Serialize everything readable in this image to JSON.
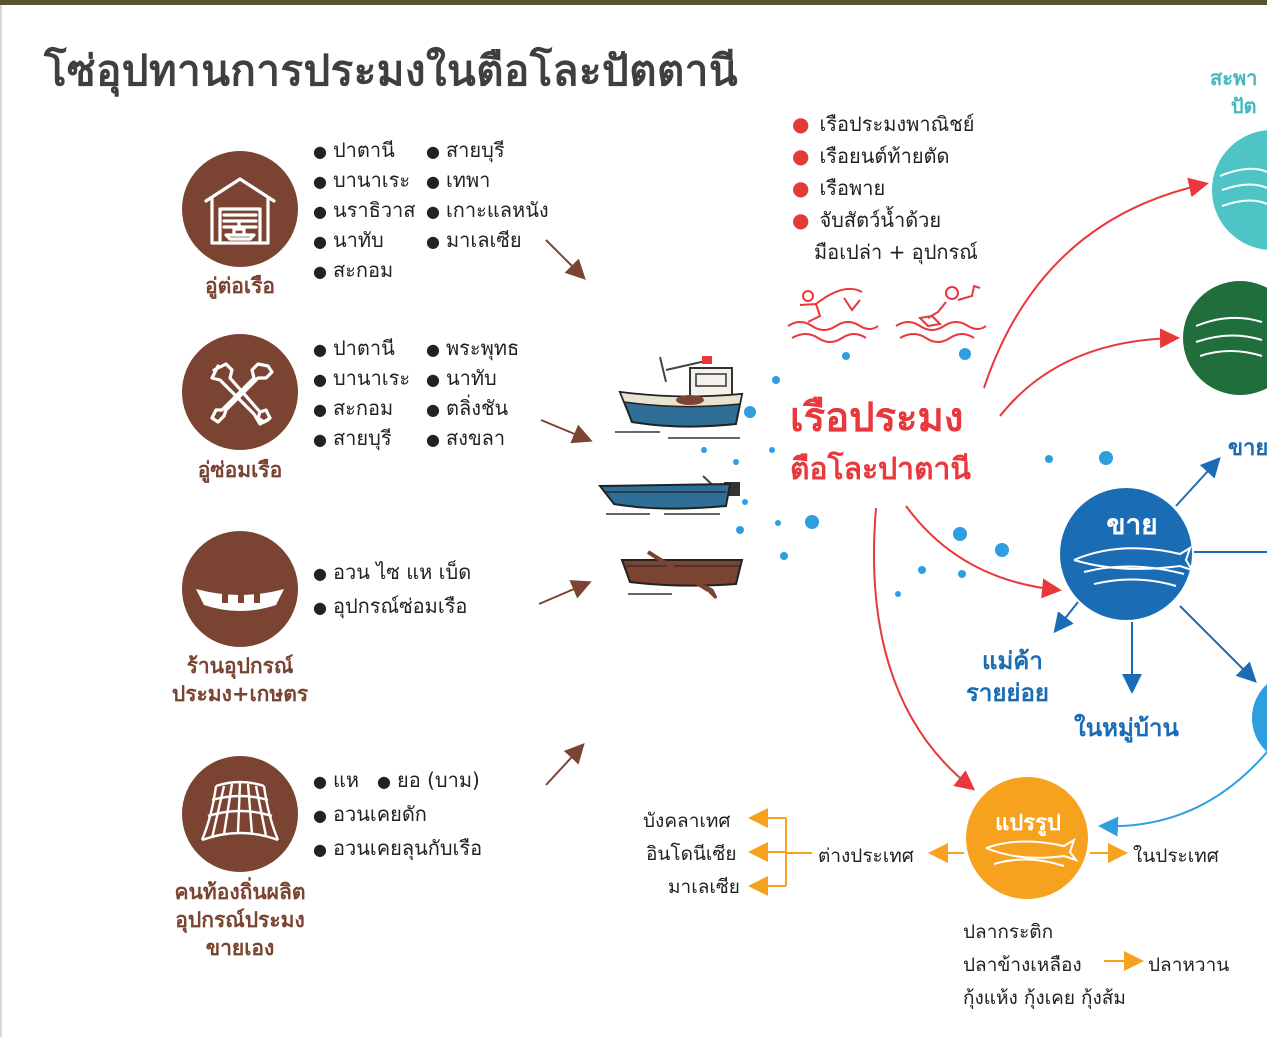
{
  "title": "โซ่อุปทานการประมงในตือโละปัตตานี",
  "suppliers": [
    {
      "label": "อู่ต่อเรือ",
      "icon": "boat-shed-icon",
      "col1": [
        "ปาตานี",
        "บานาเระ",
        "นราธิวาส",
        "นาทับ",
        "สะกอม"
      ],
      "col2": [
        "สายบุรี",
        "เทพา",
        "เกาะแลหนัง",
        "มาเลเซีย"
      ]
    },
    {
      "label": "อู่ซ่อมเรือ",
      "icon": "wrench-tools-icon",
      "col1": [
        "ปาตานี",
        "บานาเระ",
        "สะกอม",
        "สายบุรี"
      ],
      "col2": [
        "พระพุทธ",
        "นาทับ",
        "ตลิ่งชัน",
        "สงขลา"
      ]
    },
    {
      "label_line1": "ร้านอุปกรณ์",
      "label_line2": "ประมง+เกษตร",
      "icon": "boat-equipment-icon",
      "items": [
        "อวน ไซ แห เบ็ด",
        "อุปกรณ์ซ่อมเรือ"
      ]
    },
    {
      "label_line1": "คนท้องถิ่นผลิต",
      "label_line2": "อุปกรณ์ประมง",
      "label_line3": "ขายเอง",
      "icon": "fishing-net-icon",
      "row1a": "แห",
      "row1b": "ยอ (บาม)",
      "items": [
        "อวนเคยดัก",
        "อวนเคยลุนกับเรือ"
      ]
    }
  ],
  "boat_types": [
    "เรือประมงพาณิชย์",
    "เรือยนต์ท้ายตัด",
    "เรือพาย"
  ],
  "boat_type_last_line1": "จับสัตว์น้ำด้วย",
  "boat_type_last_line2": "มือเปล่า + อุปกรณ์",
  "center": {
    "line1": "เรือประมง",
    "line2": "ตือโละปาตานี"
  },
  "market_partial": {
    "line1": "สะพา",
    "line2": "ปัต"
  },
  "sell": {
    "label": "ขาย",
    "top_right": "ขาย",
    "retail_line1": "แม่ค้า",
    "retail_line2": "รายย่อย",
    "village": "ในหมู่บ้าน"
  },
  "process": {
    "label": "แปรรูป",
    "abroad": "ต่างประเทศ",
    "domestic": "ในประเทศ",
    "countries": [
      "บังคลาเทศ",
      "อินโดนีเซีย",
      "มาเลเซีย"
    ],
    "products_line1": "ปลากระติก",
    "products_line2a": "ปลาข้างเหลือง",
    "products_line2b": "ปลาหวาน",
    "products_line3": "กุ้งแห้ง กุ้งเคย กุ้งส้ม"
  },
  "colors": {
    "brown": "#7b4432",
    "red": "#e8383b",
    "blue": "#1a6db5",
    "teal": "#4fc4c7",
    "green": "#1f6e3b",
    "orange": "#f6a21e",
    "light_blue": "#2f9ee0"
  }
}
